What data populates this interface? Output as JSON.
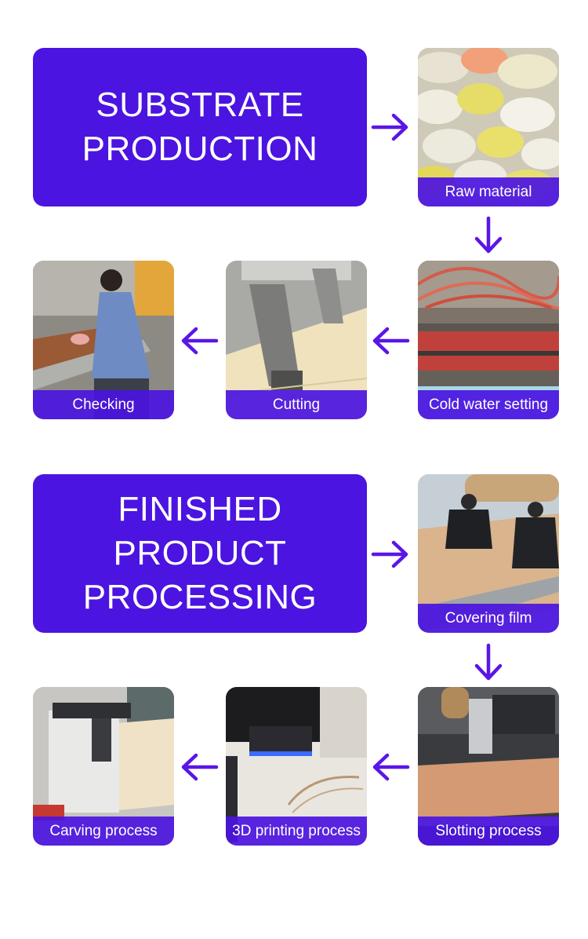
{
  "colors": {
    "accent": "#4b14e0",
    "arrow": "#5a16e6"
  },
  "section1": {
    "title_lines": [
      "SUBSTRATE",
      "PRODUCTION"
    ],
    "steps": [
      {
        "label": "Raw material"
      },
      {
        "label": "Cold water setting"
      },
      {
        "label": "Cutting"
      },
      {
        "label": "Checking"
      }
    ]
  },
  "section2": {
    "title_lines": [
      "FINISHED",
      "PRODUCT",
      "PROCESSING"
    ],
    "steps": [
      {
        "label": "Covering film"
      },
      {
        "label": "Slotting process"
      },
      {
        "label": "3D printing process"
      },
      {
        "label": "Carving process"
      }
    ]
  },
  "icons": {
    "flow_arrow": "arrow-icon"
  }
}
